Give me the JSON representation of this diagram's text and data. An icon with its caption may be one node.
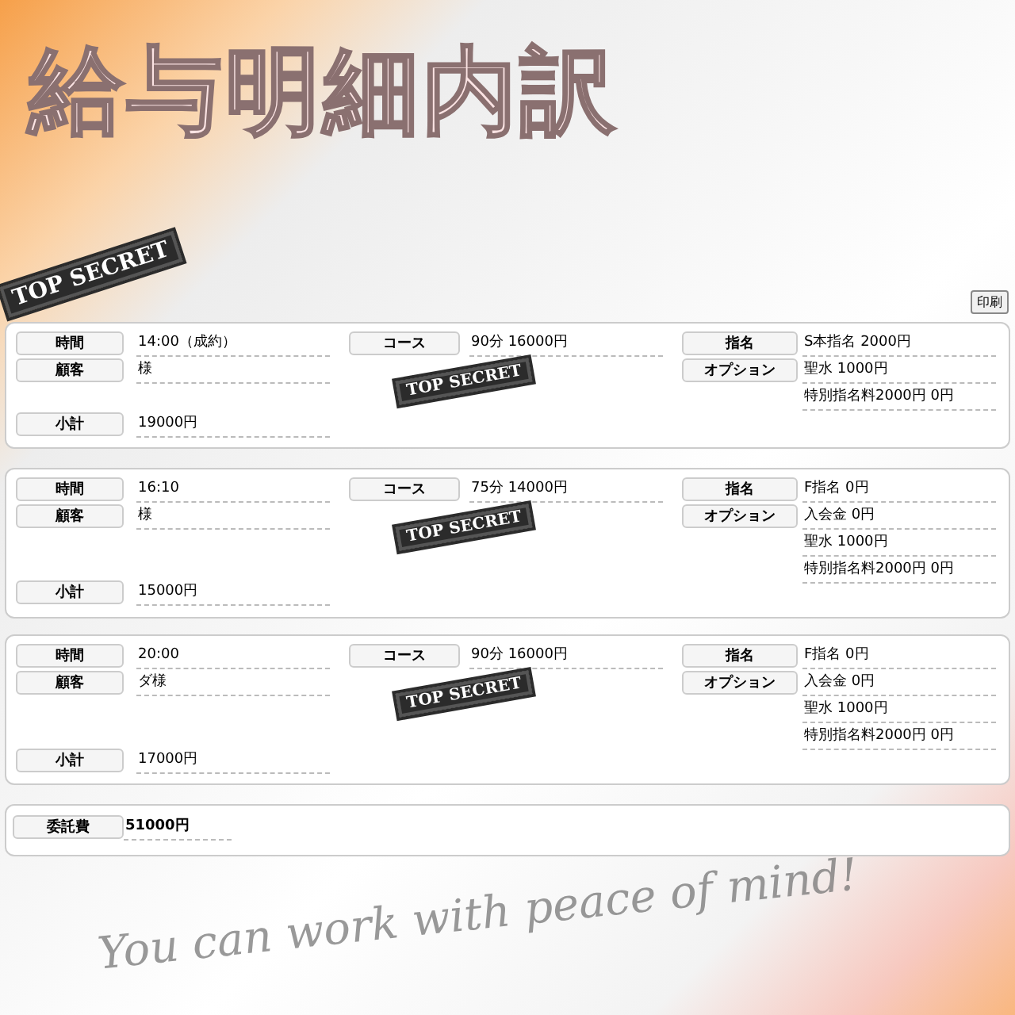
{
  "diagram": {
    "labels": [
      "給与明細内訳",
      "You can work with peace of mind!",
      "TOP SECRET",
      "印刷",
      "時間",
      "14:00（成約）",
      "コース",
      "90分 16000円",
      "指名",
      "S本指名 2000円",
      "顧客",
      "様",
      "TOP SECRET",
      "オプション",
      "聖水 1000円",
      "特別指名料2000円 0円",
      "小計",
      "19000円",
      "時間",
      "16:10",
      "コース",
      "75分 14000円",
      "指名",
      "F指名 0円",
      "顧客",
      "様",
      "TOP SECRET",
      "オプション",
      "入会金 0円",
      "聖水 1000円",
      "特別指名料2000円 0円",
      "小計",
      "15000円",
      "時間",
      "20:00",
      "コース",
      "90分 16000円",
      "指名",
      "F指名 0円",
      "顧客",
      "ダ様",
      "TOP SECRET",
      "オプション",
      "入会金 0円",
      "聖水 1000円",
      "特別指名料2000円 0円",
      "小計",
      "17000円",
      "委託費",
      "51000円"
    ]
  }
}
